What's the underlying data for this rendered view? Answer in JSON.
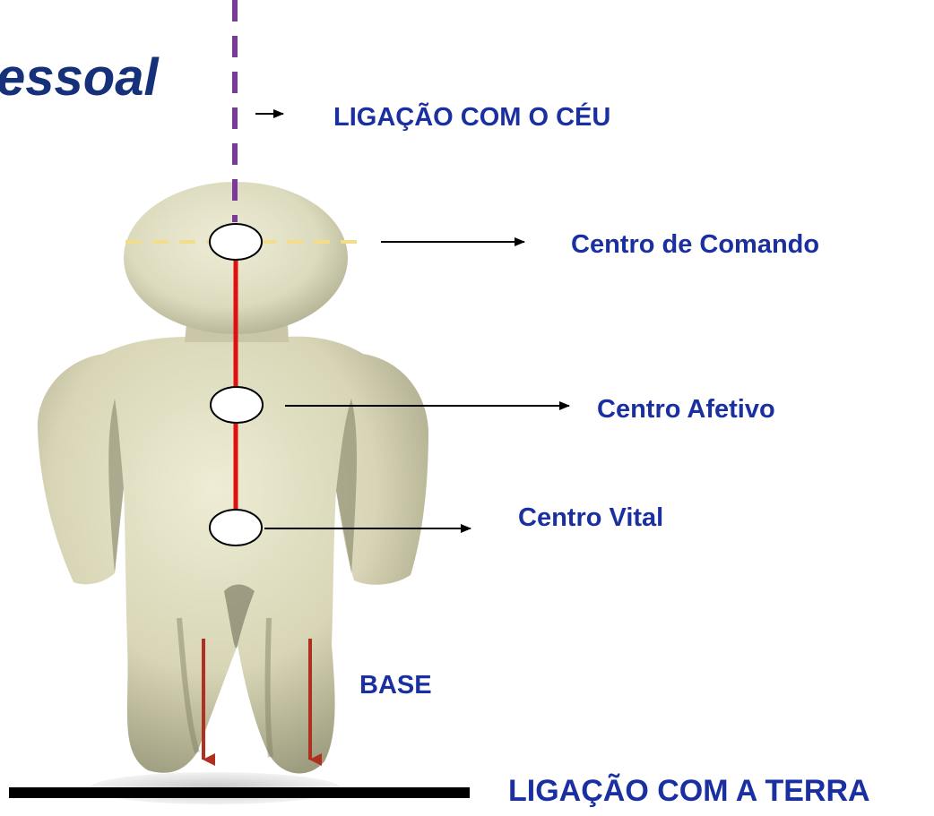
{
  "title_fragment": "essoal",
  "labels": {
    "sky_link": "LIGAÇÃO COM O CÉU",
    "command_center": "Centro de Comando",
    "affective_center": "Centro Afetivo",
    "vital_center": "Centro Vital",
    "base": "BASE",
    "earth_link": "LIGAÇÃO COM A TERRA"
  },
  "colors": {
    "label_text": "#1a2fa0",
    "title_text": "#17307a",
    "figure_fill": "#d9d7b8",
    "vertical_axis": "#7a3a9c",
    "horizontal_axis": "#f2dd8a",
    "spine": "#e01010",
    "down_arrows": "#b03020",
    "ground": "#000000"
  }
}
